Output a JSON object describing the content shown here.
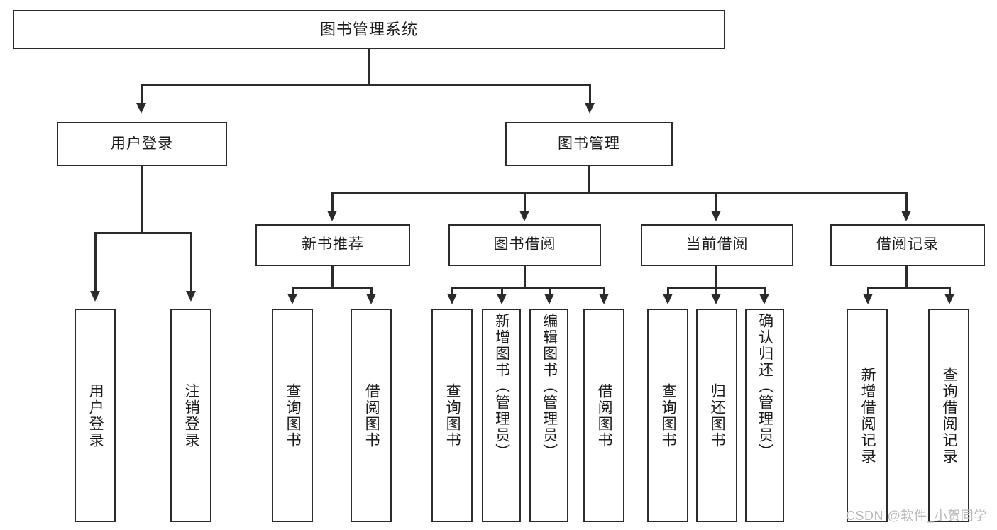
{
  "diagram": {
    "title": "图书管理系统",
    "type": "tree",
    "orientation": "top-down",
    "colors": {
      "box_border": "#2b2b2b",
      "box_fill": "#ffffff",
      "connector": "#2b2b2b",
      "background": "#ffffff",
      "watermark": "#b9b9b9"
    },
    "root": {
      "label": "图书管理系统"
    },
    "level2": [
      {
        "label": "用户登录"
      },
      {
        "label": "图书管理"
      }
    ],
    "level3": [
      {
        "label": "新书推荐"
      },
      {
        "label": "图书借阅"
      },
      {
        "label": "当前借阅"
      },
      {
        "label": "借阅记录"
      }
    ],
    "leaves": {
      "user_login": [
        {
          "label": "用户登录"
        },
        {
          "label": "注销登录"
        }
      ],
      "new_book_recommend": [
        {
          "label": "查询图书"
        },
        {
          "label": "借阅图书"
        }
      ],
      "book_borrow": [
        {
          "label": "查询图书"
        },
        {
          "label": "新增图书（管理员）"
        },
        {
          "label": "编辑图书（管理员）"
        },
        {
          "label": "借阅图书"
        }
      ],
      "current_borrow": [
        {
          "label": "查询图书"
        },
        {
          "label": "归还图书"
        },
        {
          "label": "确认归还（管理员）"
        }
      ],
      "borrow_record": [
        {
          "label": "新增借阅记录"
        },
        {
          "label": "查询借阅记录"
        }
      ]
    }
  },
  "watermark": {
    "text": "CSDN @软件_小贺同学"
  }
}
